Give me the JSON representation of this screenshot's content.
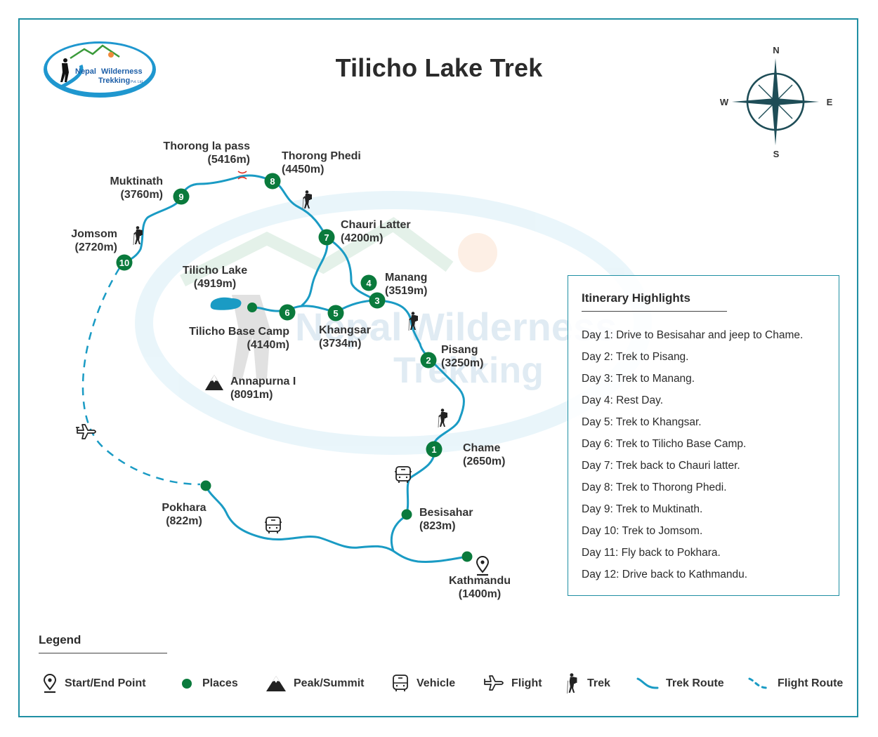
{
  "title": "Tilicho Lake Trek",
  "logo": {
    "line1": "Nepal",
    "line2": "Wilderness",
    "line3": "Trekking",
    "suffix": "Pvt. Ltd."
  },
  "compass": {
    "n": "N",
    "s": "S",
    "e": "E",
    "w": "W"
  },
  "colors": {
    "route": "#1a9bc4",
    "place": "#0a7a3c",
    "border": "#1f8fa3",
    "text": "#2b2b2b",
    "compass": "#1e4d57",
    "pass": "#e0342a"
  },
  "places": [
    {
      "id": "thorong-la-pass",
      "name": "Thorong la pass",
      "altitude": "(5416m)"
    },
    {
      "id": "thorong-phedi",
      "day": "8",
      "name": "Thorong Phedi",
      "altitude": "(4450m)"
    },
    {
      "id": "muktinath",
      "day": "9",
      "name": "Muktinath",
      "altitude": "(3760m)"
    },
    {
      "id": "jomsom",
      "day": "10",
      "name": "Jomsom",
      "altitude": "(2720m)"
    },
    {
      "id": "chauri-latter",
      "day": "7",
      "name": "Chauri Latter",
      "altitude": "(4200m)"
    },
    {
      "id": "tilicho-lake",
      "name": "Tilicho Lake",
      "altitude": "(4919m)"
    },
    {
      "id": "manang",
      "day": "3",
      "name": "Manang",
      "altitude": "(3519m)"
    },
    {
      "id": "rest-day",
      "day": "4"
    },
    {
      "id": "tilicho-base-camp",
      "day": "6",
      "name": "Tilicho Base Camp",
      "altitude": "(4140m)"
    },
    {
      "id": "khangsar",
      "day": "5",
      "name": "Khangsar",
      "altitude": "(3734m)"
    },
    {
      "id": "pisang",
      "day": "2",
      "name": "Pisang",
      "altitude": "(3250m)"
    },
    {
      "id": "annapurna-i",
      "name": "Annapurna I",
      "altitude": "(8091m)"
    },
    {
      "id": "chame",
      "day": "1",
      "name": "Chame",
      "altitude": "(2650m)"
    },
    {
      "id": "pokhara",
      "name": "Pokhara",
      "altitude": "(822m)"
    },
    {
      "id": "besisahar",
      "name": "Besisahar",
      "altitude": "(823m)"
    },
    {
      "id": "kathmandu",
      "name": "Kathmandu",
      "altitude": "(1400m)"
    }
  ],
  "itinerary": {
    "title": "Itinerary Highlights",
    "days": [
      "Day 1: Drive to Besisahar and jeep to Chame.",
      "Day 2: Trek to Pisang.",
      "Day 3: Trek to Manang.",
      "Day 4: Rest Day.",
      "Day 5: Trek to Khangsar.",
      "Day 6: Trek to Tilicho Base Camp.",
      "Day 7: Trek back to Chauri latter.",
      "Day 8: Trek to Thorong Phedi.",
      "Day 9: Trek to Muktinath.",
      "Day 10: Trek to Jomsom.",
      "Day 11: Fly back to Pokhara.",
      "Day 12: Drive back to Kathmandu."
    ]
  },
  "legend": {
    "title": "Legend",
    "items": [
      {
        "icon": "pin-icon",
        "label": "Start/End Point"
      },
      {
        "icon": "place-dot-icon",
        "label": "Places"
      },
      {
        "icon": "peak-icon",
        "label": "Peak/Summit"
      },
      {
        "icon": "bus-icon",
        "label": "Vehicle"
      },
      {
        "icon": "plane-icon",
        "label": "Flight"
      },
      {
        "icon": "hiker-icon",
        "label": "Trek"
      },
      {
        "icon": "trek-route-icon",
        "label": "Trek Route"
      },
      {
        "icon": "flight-route-icon",
        "label": "Flight Route"
      }
    ]
  }
}
